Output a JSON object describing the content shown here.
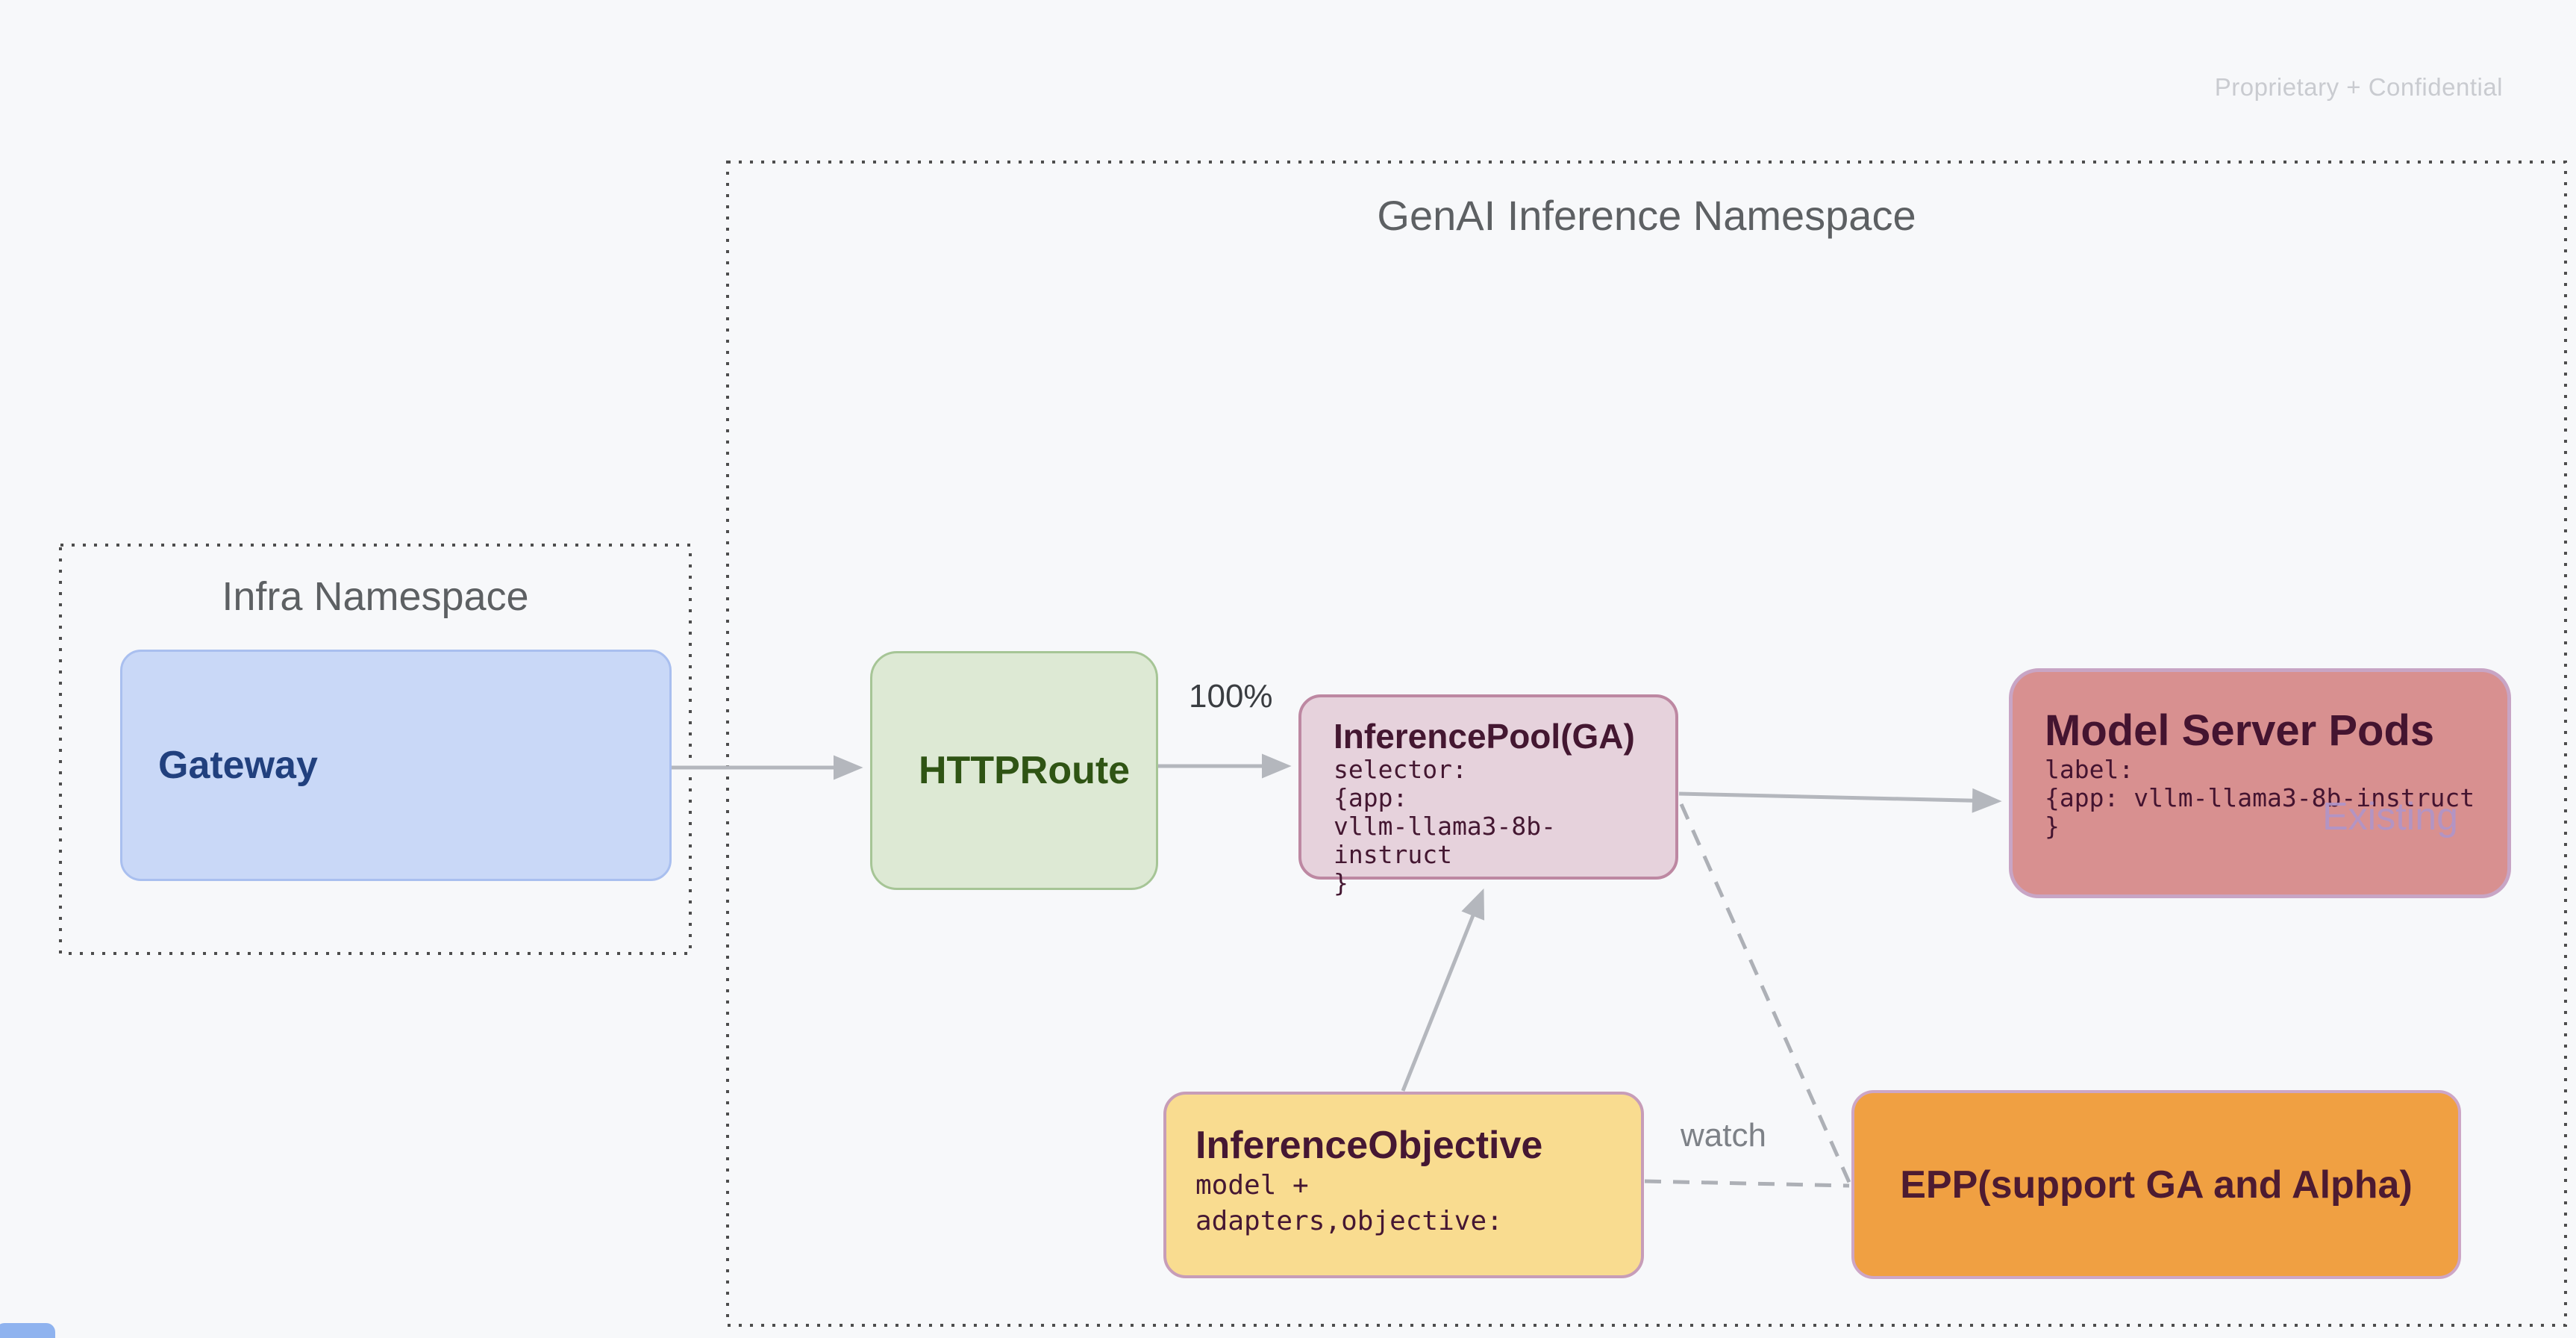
{
  "page": {
    "watermark": "Proprietary + Confidential"
  },
  "namespaces": {
    "infra": {
      "title": "Infra Namespace"
    },
    "genai": {
      "title": "GenAI Inference Namespace"
    }
  },
  "nodes": {
    "gateway": {
      "title": "Gateway"
    },
    "httproute": {
      "title": "HTTPRoute"
    },
    "inference_pool": {
      "title": "InferencePool(GA)",
      "code": [
        "selector:",
        "{app:",
        "vllm-llama3-8b-instruct",
        "}"
      ]
    },
    "model_server_pods": {
      "title": "Model Server Pods",
      "code": [
        "label:",
        "{app: vllm-llama3-8b-instruct",
        "}"
      ],
      "badge": "Existing"
    },
    "inference_objective": {
      "title": "InferenceObjective",
      "code": [
        "model +",
        "adapters,objective:"
      ]
    },
    "epp": {
      "title": "EPP(support GA and Alpha)"
    }
  },
  "edges": {
    "traffic_split_label": "100%",
    "watch_label": "watch"
  },
  "colors": {
    "background": "#f7f8fa",
    "dotted_border": "#4d4d4d",
    "arrow": "#b4b7bd",
    "namespace_title": "#5d6063",
    "watermark": "#c9cbd0",
    "gateway_fill": "#c9d8f7",
    "gateway_border": "#a9bfef",
    "gateway_text": "#21407e",
    "httproute_fill": "#dde9d4",
    "httproute_border": "#a6c596",
    "httproute_text": "#2f5414",
    "inference_pool_fill": "#e6d2dc",
    "inference_pool_border": "#bd88a2",
    "inference_pool_text": "#441731",
    "model_server_fill": "#d89090",
    "model_server_border": "#c8a5c5",
    "model_server_text": "#441430",
    "existing_text": "#b095c9",
    "inference_objective_fill": "#f9dc90",
    "inference_objective_border": "#c79db8",
    "inference_objective_text": "#451733",
    "epp_fill": "#f0a042",
    "epp_border": "#cda6c6",
    "epp_text": "#4d1b31",
    "traffic_label_text": "#3a3d41",
    "watch_label_text": "#7d8187"
  }
}
